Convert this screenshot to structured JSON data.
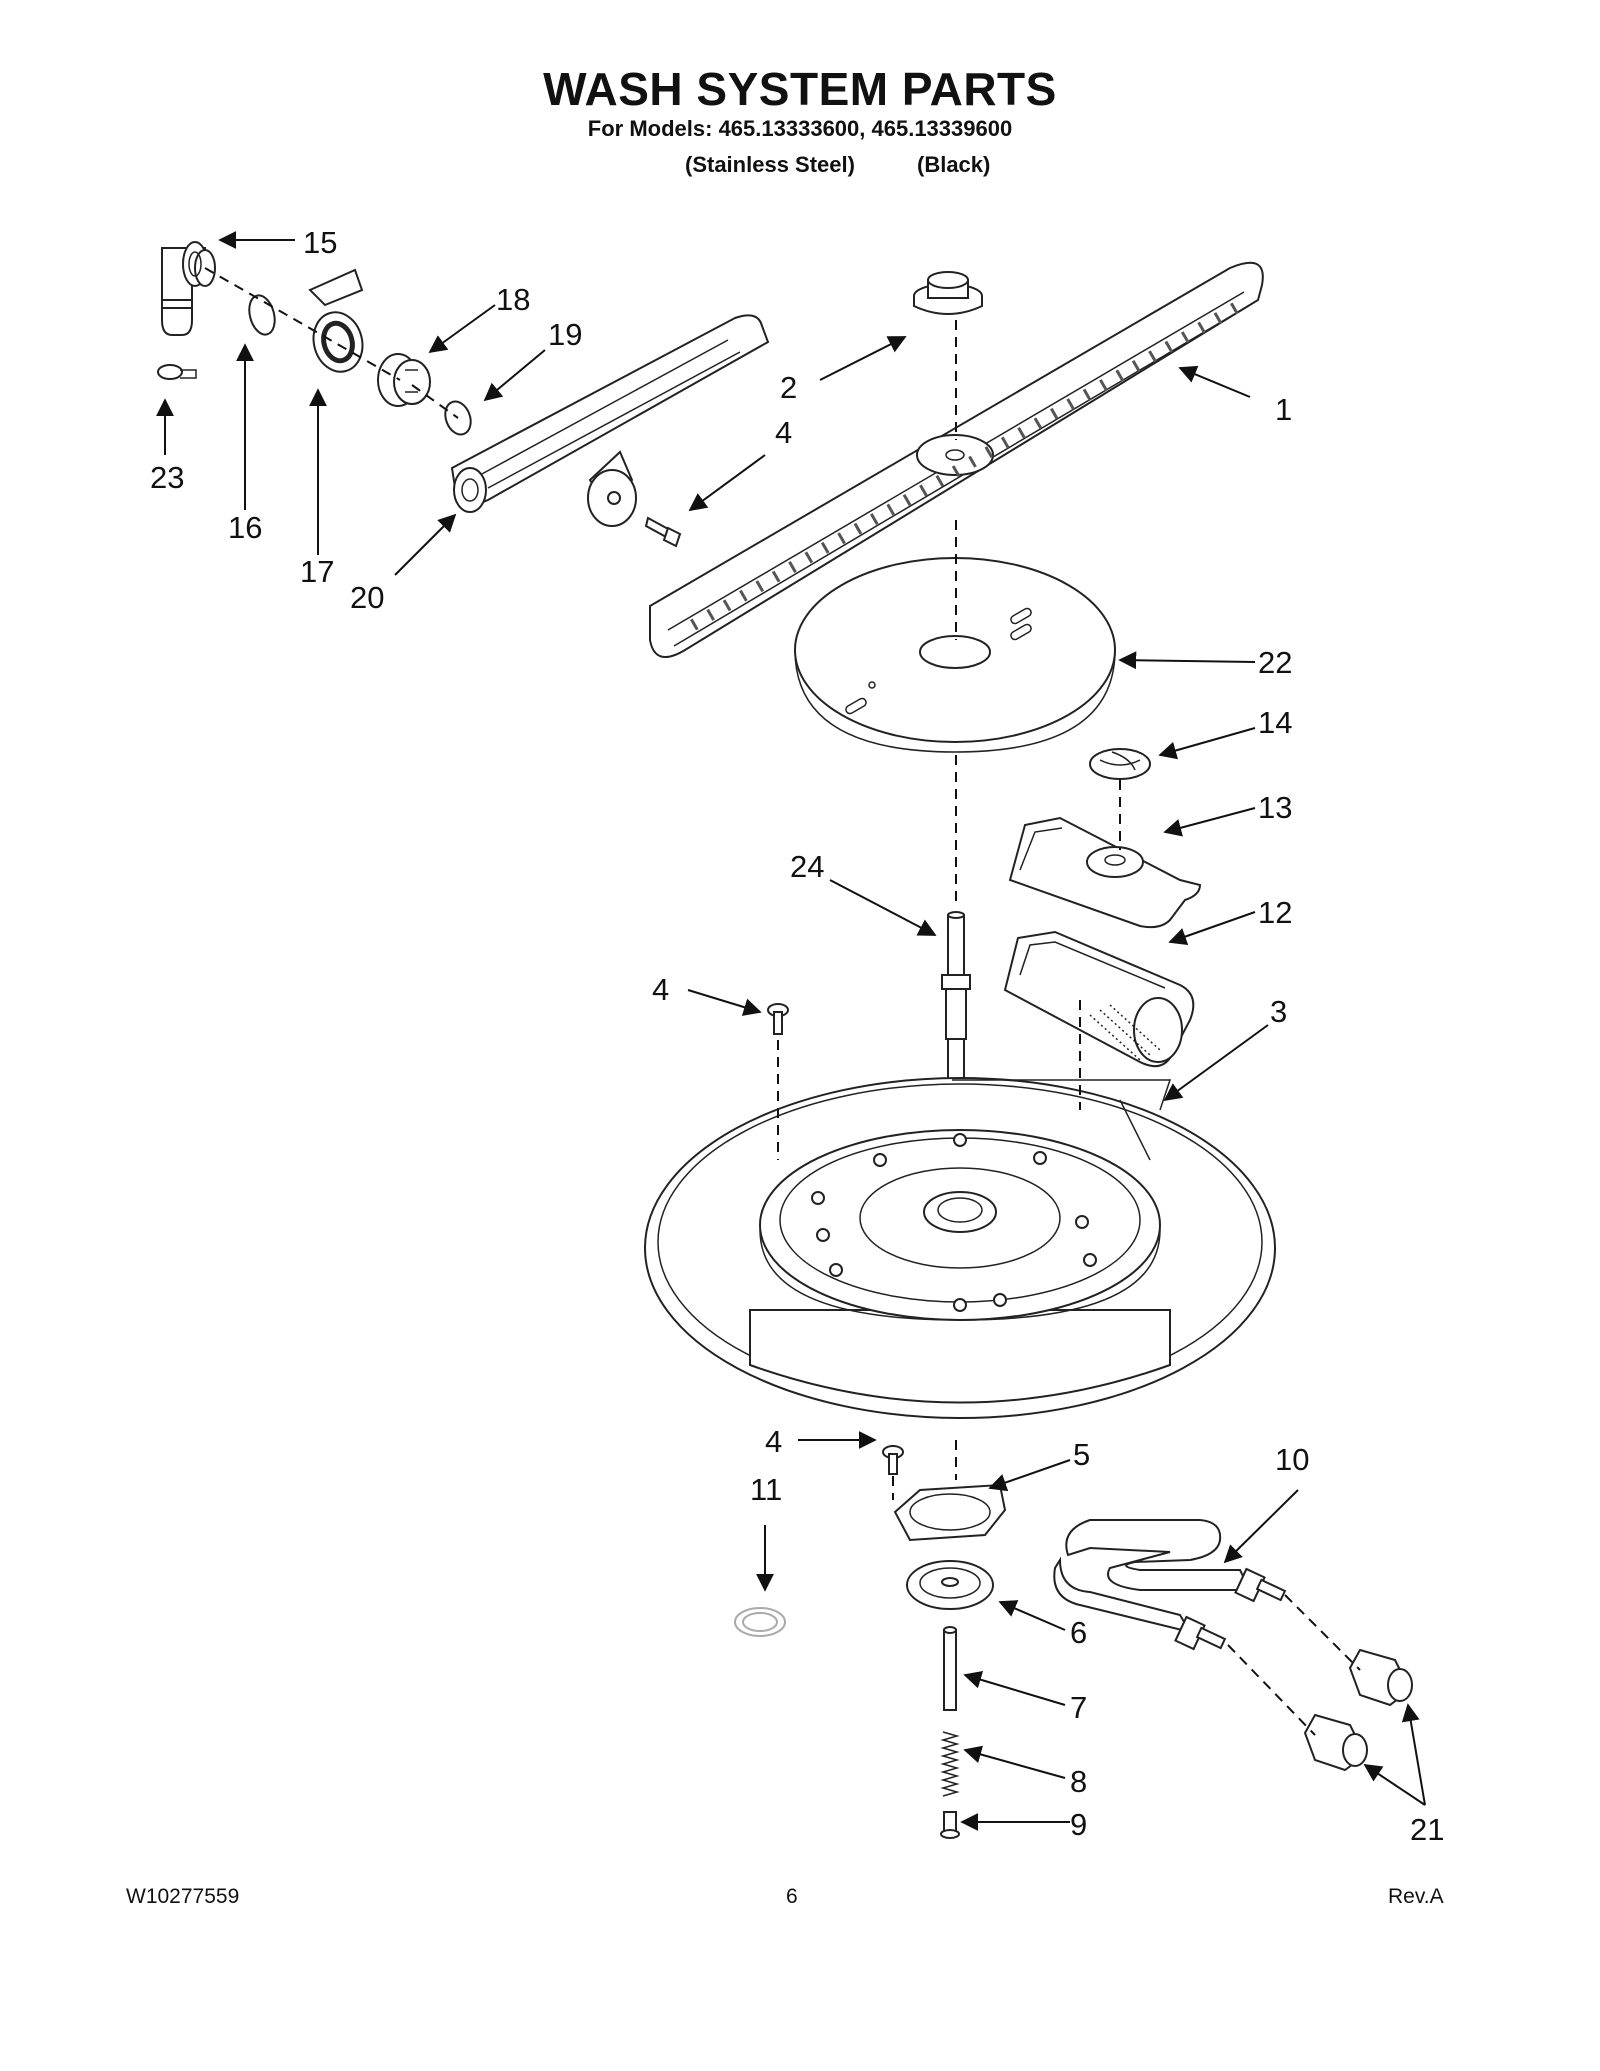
{
  "header": {
    "title": "WASH SYSTEM PARTS",
    "subtitle": "For Models: 465.13333600, 465.13339600",
    "variant_left": "(Stainless Steel)",
    "variant_right": "(Black)"
  },
  "callouts": {
    "c1": "1",
    "c2": "2",
    "c3": "3",
    "c4a": "4",
    "c4b": "4",
    "c4c": "4",
    "c5": "5",
    "c6": "6",
    "c7": "7",
    "c8": "8",
    "c9": "9",
    "c10": "10",
    "c11": "11",
    "c12": "12",
    "c13": "13",
    "c14": "14",
    "c15": "15",
    "c16": "16",
    "c17": "17",
    "c18": "18",
    "c19": "19",
    "c20": "20",
    "c21": "21",
    "c22": "22",
    "c23": "23",
    "c24": "24"
  },
  "footer": {
    "doc_number": "W10277559",
    "page_number": "6",
    "revision": "Rev.A"
  }
}
